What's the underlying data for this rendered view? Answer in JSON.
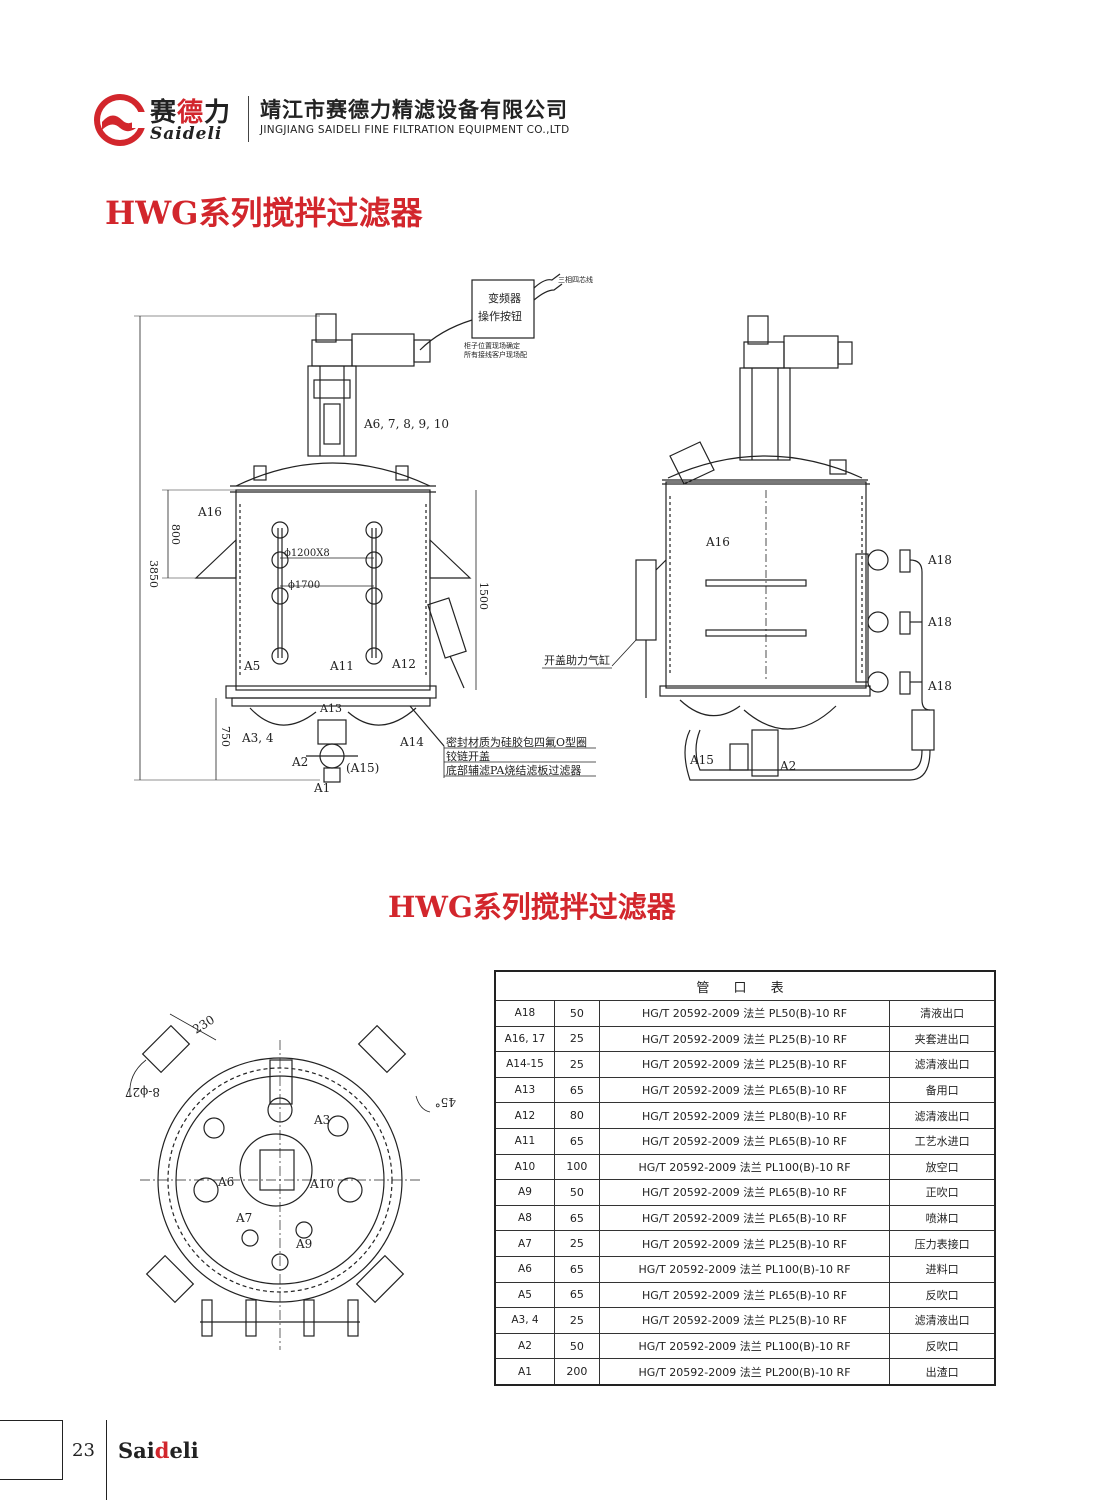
{
  "header": {
    "brand_cn_a": "赛",
    "brand_cn_b": "德",
    "brand_cn_c": "力",
    "brand_en": "Saideli",
    "company_cn": "靖江市赛德力精滤设备有限公司",
    "company_en": "JINGJIANG SAIDELI FINE FILTRATION EQUIPMENT CO.,LTD"
  },
  "colors": {
    "brand_red": "#d2262c",
    "ink": "#222222"
  },
  "page_title": "HWG系列搅拌过滤器",
  "section_title": "HWG系列搅拌过滤器",
  "drawing_front": {
    "cable": "三相四芯线",
    "inverter_line1": "变频器",
    "inverter_line2": "操作按钮",
    "note1": "柜子位置现场确定",
    "note2": "所有接线客户现场配",
    "a6_label": "A6, 7, 8, 9, 10",
    "a16": "A16",
    "dim_3850": "3850",
    "dim_800": "800",
    "dim_1500": "1500",
    "dim_750": "750",
    "phi1200": "ϕ1200X8",
    "phi1700": "ϕ1700",
    "a5": "A5",
    "a11": "A11",
    "a12": "A12",
    "a13": "A13",
    "a34": "A3, 4",
    "a14": "A14",
    "a2": "A2",
    "a15": "(A15)",
    "a1": "A1",
    "callout1": "密封材质为硅胶包四氟O型圈",
    "callout2": "铰链开盖",
    "callout3": "底部辅滤PA烧结滤板过滤器"
  },
  "drawing_side": {
    "a16": "A16",
    "a18_1": "A18",
    "a18_2": "A18",
    "a18_3": "A18",
    "cylinder": "开盖助力气缸",
    "a15": "A15",
    "a2": "A2"
  },
  "drawing_top": {
    "dim_230": "230",
    "dim_8phi27": "8-ϕ27",
    "dim_45": "45°",
    "a3": "A3",
    "a6": "A6",
    "a10": "A10",
    "a7": "A7",
    "a9": "A9"
  },
  "pipe_table": {
    "title": "管 口 表",
    "rows": [
      {
        "id": "A18",
        "dn": "50",
        "std": "HG/T 20592-2009 法兰 PL50(B)-10 RF",
        "use": "清液出口"
      },
      {
        "id": "A16, 17",
        "dn": "25",
        "std": "HG/T 20592-2009 法兰 PL25(B)-10 RF",
        "use": "夹套进出口"
      },
      {
        "id": "A14-15",
        "dn": "25",
        "std": "HG/T 20592-2009 法兰 PL25(B)-10 RF",
        "use": "滤清液出口"
      },
      {
        "id": "A13",
        "dn": "65",
        "std": "HG/T 20592-2009 法兰 PL65(B)-10 RF",
        "use": "备用口"
      },
      {
        "id": "A12",
        "dn": "80",
        "std": "HG/T 20592-2009 法兰 PL80(B)-10 RF",
        "use": "滤清液出口"
      },
      {
        "id": "A11",
        "dn": "65",
        "std": "HG/T 20592-2009 法兰 PL65(B)-10 RF",
        "use": "工艺水进口"
      },
      {
        "id": "A10",
        "dn": "100",
        "std": "HG/T 20592-2009 法兰 PL100(B)-10 RF",
        "use": "放空口"
      },
      {
        "id": "A9",
        "dn": "50",
        "std": "HG/T 20592-2009 法兰 PL65(B)-10 RF",
        "use": "正吹口"
      },
      {
        "id": "A8",
        "dn": "65",
        "std": "HG/T 20592-2009 法兰 PL65(B)-10 RF",
        "use": "喷淋口"
      },
      {
        "id": "A7",
        "dn": "25",
        "std": "HG/T 20592-2009 法兰 PL25(B)-10 RF",
        "use": "压力表接口"
      },
      {
        "id": "A6",
        "dn": "65",
        "std": "HG/T 20592-2009 法兰 PL100(B)-10 RF",
        "use": "进料口"
      },
      {
        "id": "A5",
        "dn": "65",
        "std": "HG/T 20592-2009 法兰 PL65(B)-10 RF",
        "use": "反吹口"
      },
      {
        "id": "A3, 4",
        "dn": "25",
        "std": "HG/T 20592-2009 法兰 PL25(B)-10 RF",
        "use": "滤清液出口"
      },
      {
        "id": "A2",
        "dn": "50",
        "std": "HG/T 20592-2009 法兰 PL100(B)-10 RF",
        "use": "反吹口"
      },
      {
        "id": "A1",
        "dn": "200",
        "std": "HG/T 20592-2009 法兰 PL200(B)-10 RF",
        "use": "出渣口"
      }
    ]
  },
  "footer": {
    "page_number": "23",
    "brand_a": "Sai",
    "brand_b": "d",
    "brand_c": "eli"
  }
}
